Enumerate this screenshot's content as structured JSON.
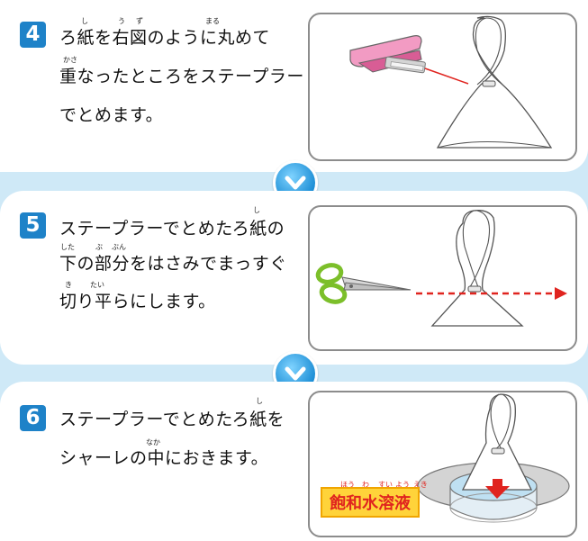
{
  "steps": [
    {
      "number": "4",
      "lines": [
        "ろ紙を右図のように丸めて",
        "重なったところをステープラー",
        "でとめます。"
      ],
      "ruby": [
        "し",
        "う",
        "ず",
        "まる",
        "かさ"
      ]
    },
    {
      "number": "5",
      "lines": [
        "ステープラーでとめたろ紙の",
        "下の部分をはさみでまっすぐ",
        "切り平らにします。"
      ],
      "ruby": [
        "し",
        "した",
        "ぶ",
        "ぶん",
        "き",
        "たい"
      ]
    },
    {
      "number": "6",
      "lines": [
        "ステープラーでとめたろ紙を",
        "シャーレの中におきます。"
      ],
      "ruby": [
        "し",
        "なか"
      ]
    }
  ],
  "solution_label": "飽和水溶液",
  "solution_ruby": [
    "ほう",
    "わ",
    "すい",
    "よう",
    "えき"
  ],
  "icons": [
    "stapler-icon",
    "scissors-icon",
    "down-arrow-icon"
  ],
  "colors": {
    "accent": "#1e82c8",
    "background": "#cfe9f7",
    "label_bg": "#ffd33a",
    "label_text": "#e0241f",
    "cut_line": "#e0241f"
  }
}
